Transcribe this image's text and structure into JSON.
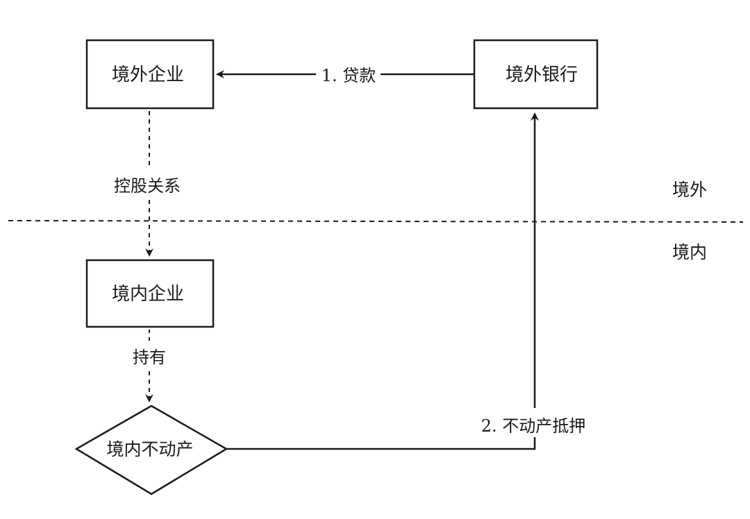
{
  "nodes": {
    "overseas_company": "境外企业",
    "overseas_bank": "境外银行",
    "domestic_company": "境内企业",
    "domestic_property": "境内不动产"
  },
  "edges": {
    "loan": "1. 贷款",
    "holding": "控股关系",
    "owns": "持有",
    "mortgage": "2. 不动产抵押"
  },
  "regions": {
    "overseas": "境外",
    "domestic": "境内"
  }
}
